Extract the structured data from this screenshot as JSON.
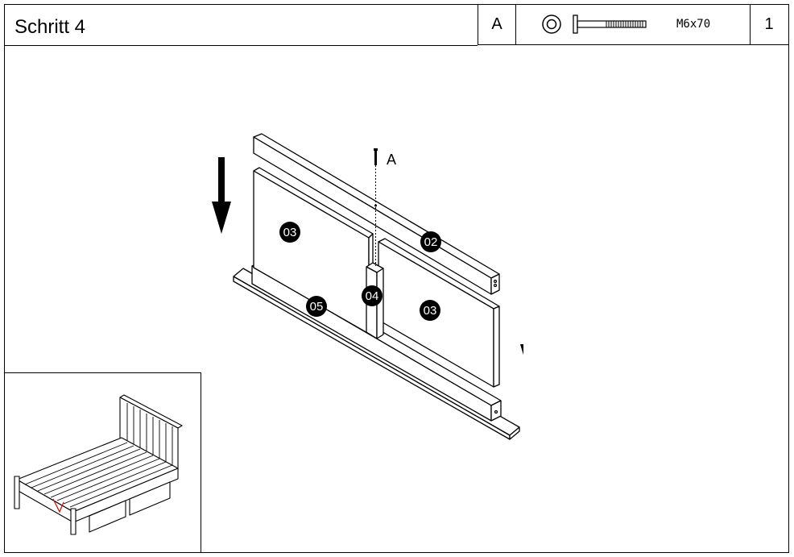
{
  "step": {
    "title": "Schritt 4"
  },
  "parts": {
    "letter": "A",
    "spec": "M6x70",
    "count": "1"
  },
  "callouts": {
    "bolt_label": "A",
    "panel_left": "03",
    "rail_top": "02",
    "post": "04",
    "rail_bottom": "05",
    "panel_right": "03"
  },
  "icons": {
    "washer": "washer-icon",
    "bolt": "bolt-icon",
    "arrow_left": "arrow-down-icon",
    "arrow_right": "arrow-down-icon"
  }
}
